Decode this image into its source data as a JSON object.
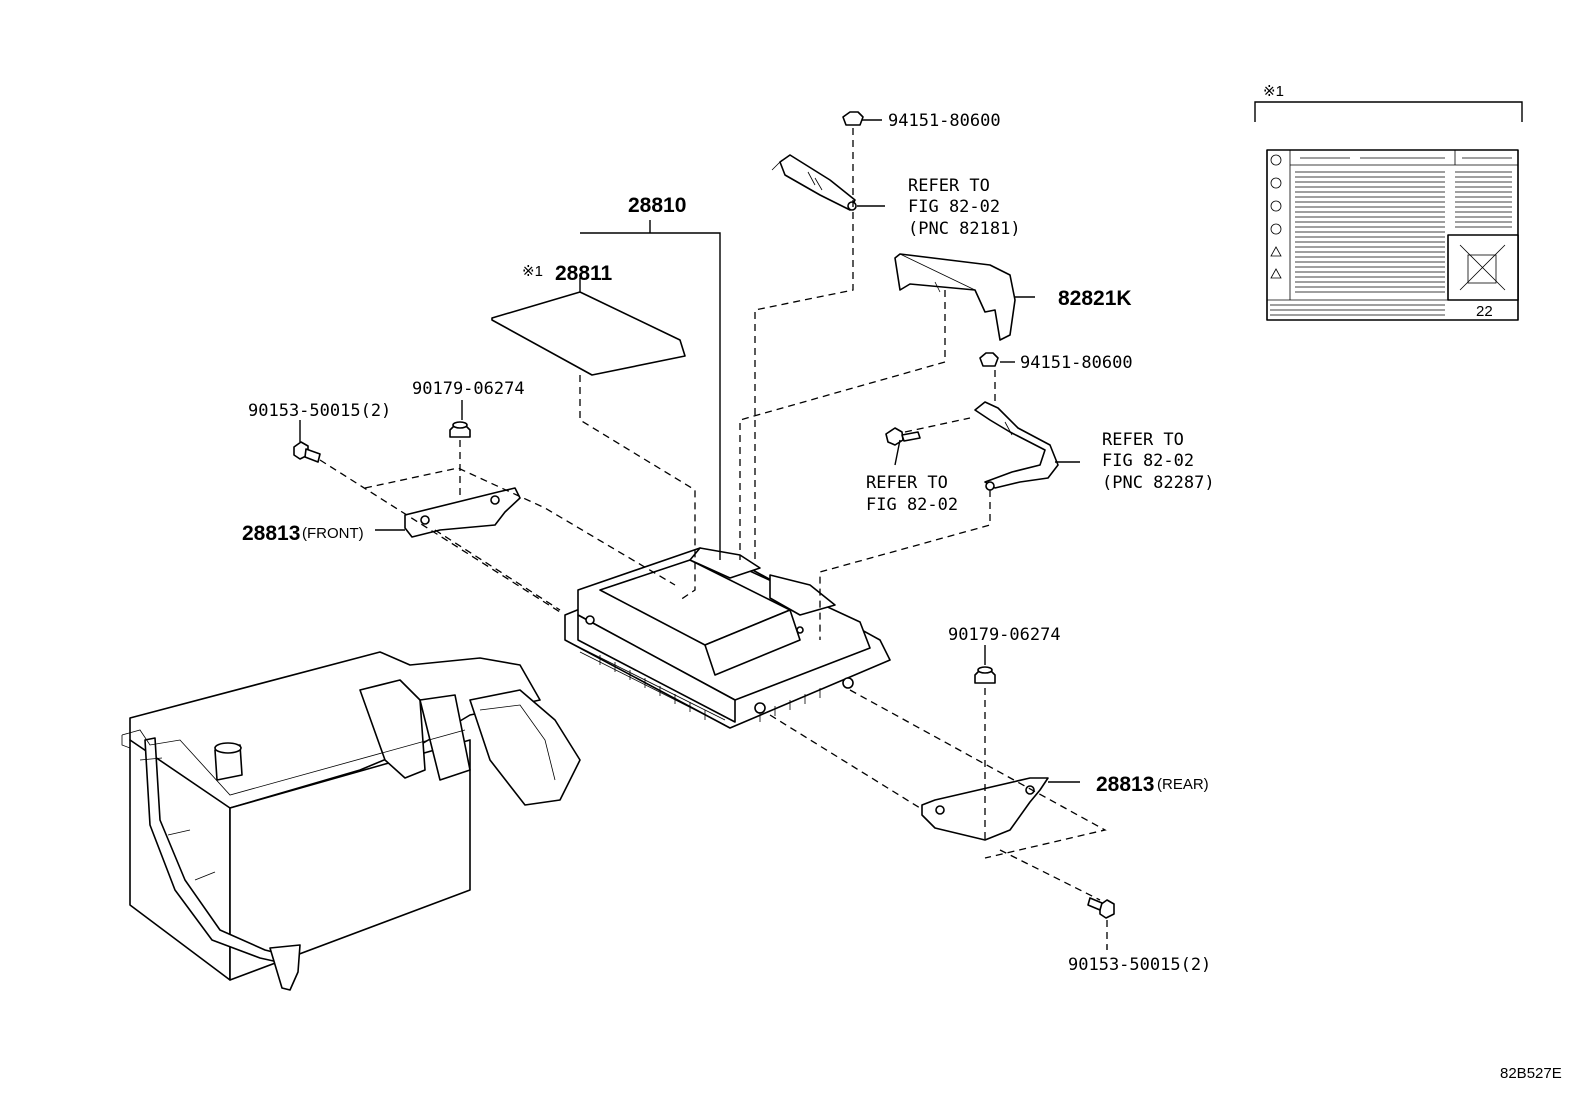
{
  "figure_code": "82B527E",
  "note_mark": "※1",
  "label_box": {
    "mark": "※1",
    "number": "22"
  },
  "callouts": {
    "c28810": "28810",
    "c28811_mark": "※1",
    "c28811": "28811",
    "c82821k": "82821K",
    "c94151_top": "94151-80600",
    "c94151_mid": "94151-80600",
    "refer_top_1": "REFER TO",
    "refer_top_2": "FIG 82-02",
    "refer_top_3": "(PNC 82181)",
    "refer_right_1": "REFER TO",
    "refer_right_2": "FIG 82-02",
    "refer_right_3": "(PNC 82287)",
    "refer_mid_1": "REFER TO",
    "refer_mid_2": "FIG 82-02",
    "c90179_left": "90179-06274",
    "c90153_left": "90153-50015(2)",
    "c28813_front": "28813",
    "c28813_front_tag": "(FRONT)",
    "c90179_right": "90179-06274",
    "c28813_rear": "28813",
    "c28813_rear_tag": "(REAR)",
    "c90153_right": "90153-50015(2)"
  }
}
